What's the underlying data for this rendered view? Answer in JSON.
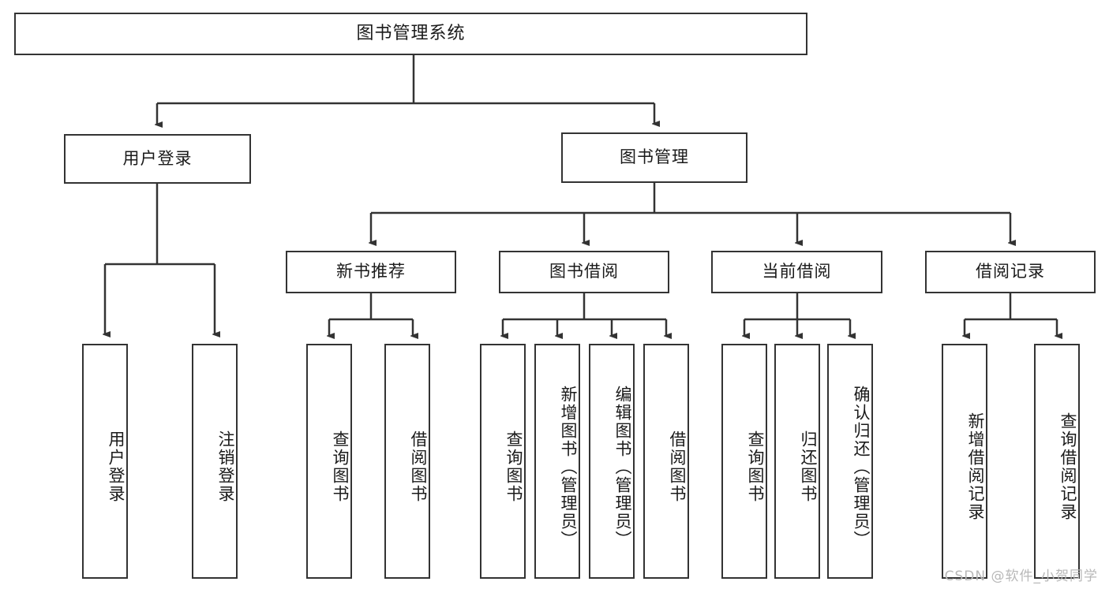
{
  "diagram": {
    "title": "图书管理系统",
    "type": "hierarchy-tree",
    "root": {
      "label": "图书管理系统"
    },
    "level1": [
      {
        "label": "用户登录"
      },
      {
        "label": "图书管理"
      }
    ],
    "level2": [
      {
        "label": "新书推荐"
      },
      {
        "label": "图书借阅"
      },
      {
        "label": "当前借阅"
      },
      {
        "label": "借阅记录"
      }
    ],
    "leaves": {
      "user_login": [
        {
          "label": "用户登录"
        },
        {
          "label": "注销登录"
        }
      ],
      "new_book_recommend": [
        {
          "label": "查询图书"
        },
        {
          "label": "借阅图书"
        }
      ],
      "book_borrow": [
        {
          "label": "查询图书"
        },
        {
          "label": "新增图书（管理员）"
        },
        {
          "label": "编辑图书（管理员）"
        },
        {
          "label": "借阅图书"
        }
      ],
      "current_borrow": [
        {
          "label": "查询图书"
        },
        {
          "label": "归还图书"
        },
        {
          "label": "确认归还（管理员）"
        }
      ],
      "borrow_records": [
        {
          "label": "新增借阅记录"
        },
        {
          "label": "查询借阅记录"
        }
      ]
    }
  },
  "watermark": {
    "text": "CSDN @软件_小贺同学"
  },
  "colors": {
    "stroke": "#333333",
    "background": "#ffffff",
    "text": "#1a1a1a",
    "watermark": "#b8b8b8"
  }
}
